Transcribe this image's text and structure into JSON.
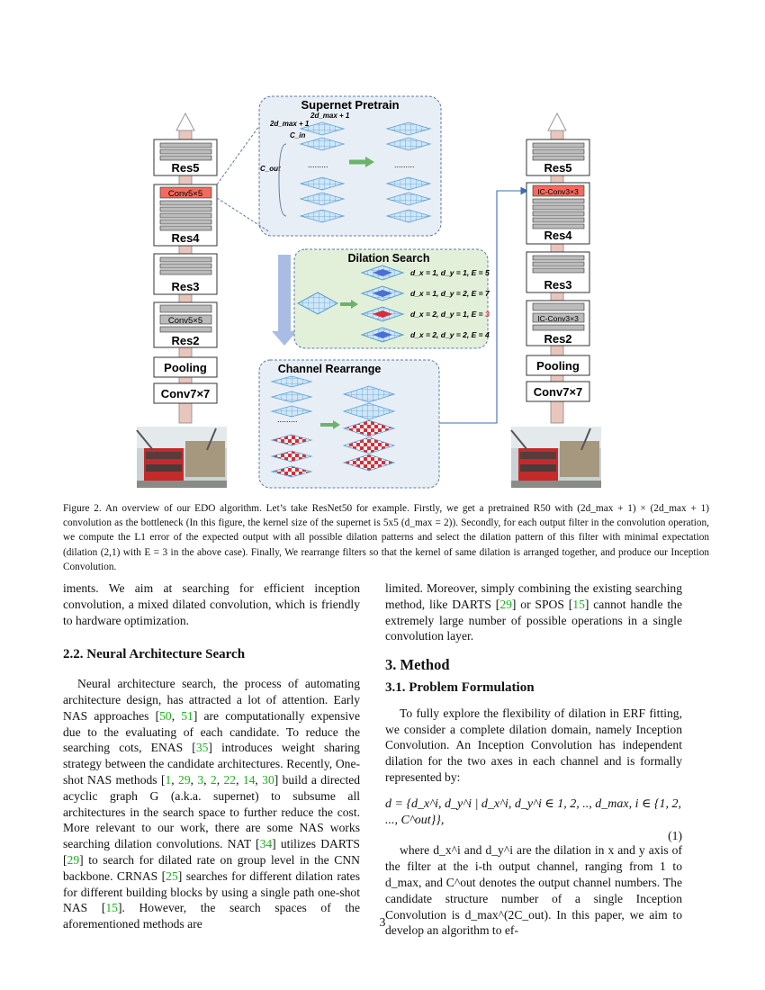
{
  "figure": {
    "supernet_title": "Supernet Pretrain",
    "supernet_labels": [
      "2d_max + 1",
      "2d_max + 1",
      "C_in",
      "C_out"
    ],
    "dilation_title": "Dilation Search",
    "dilation_rows": [
      {
        "dx": "1",
        "dy": "1",
        "E": "5"
      },
      {
        "dx": "1",
        "dy": "2",
        "E": "7"
      },
      {
        "dx": "2",
        "dy": "1",
        "E": "3"
      },
      {
        "dx": "2",
        "dy": "2",
        "E": "4"
      }
    ],
    "channel_title": "Channel Rearrange",
    "dots": ".........",
    "left_stack": [
      "Res5",
      "Conv5×5",
      "Res4",
      "Res3",
      "Conv5×5",
      "Res2",
      "Pooling",
      "Conv7×7"
    ],
    "right_stack": [
      "Res5",
      "IC-Conv3×3",
      "Res4",
      "Res3",
      "IC-Conv3×3",
      "Res2",
      "Pooling",
      "Conv7×7"
    ],
    "colors": {
      "highlight": "#f26b5e",
      "supernet_bg": "#e8eef5",
      "dilation_bg": "#e3f0d9",
      "red": "#d62d3a",
      "blue": "#4b6fd1"
    }
  },
  "caption": "Figure 2. An overview of our EDO algorithm. Let’s take ResNet50 for example. Firstly, we get a pretrained R50 with (2d_max + 1) × (2d_max + 1) convolution as the bottleneck (In this figure, the kernel size of the supernet is 5x5 (d_max = 2)). Secondly, for each output filter in the convolution operation, we compute the L1 error of the expected output with all possible dilation patterns and select the dilation pattern of this filter with minimal expectation (dilation (2,1) with E = 3 in the above case). Finally, We rearrange filters so that the kernel of same dilation is arranged together, and produce our Inception Convolution.",
  "left": {
    "p0": "iments. We aim at searching for efficient inception convolution, a mixed dilated convolution, which is friendly to hardware optimization.",
    "h22": "2.2. Neural Architecture Search",
    "p1a": "Neural architecture search, the process of automating architecture design, has attracted a lot of attention. Early NAS approaches [",
    "c50": "50",
    "c51": "51",
    "p1b": "] are computationally expensive due to the evaluating of each candidate. To reduce the searching cots, ENAS [",
    "c35": "35",
    "p1c": "] introduces weight sharing strategy between the candidate architectures. Recently, One-shot NAS methods [",
    "cl": [
      "1",
      "29",
      "3",
      "2",
      "22",
      "14",
      "30"
    ],
    "p1d": "] build a directed acyclic graph G (a.k.a. supernet) to subsume all architectures in the search space to further reduce the cost. More relevant to our work, there are some NAS works searching dilation convolutions. NAT [",
    "c34": "34",
    "p1e": "] utilizes DARTS [",
    "c29": "29",
    "p1f": "] to search for dilated rate on group level in the CNN backbone. CRNAS [",
    "c25": "25",
    "p1g": "] searches for different dilation rates for different building blocks by using a single path one-shot NAS [",
    "c15": "15",
    "p1h": "]. However, the search spaces of the aforementioned methods are"
  },
  "right": {
    "p0a": "limited. Moreover, simply combining the existing searching method, like DARTS [",
    "c29": "29",
    "p0b": "] or SPOS [",
    "c15": "15",
    "p0c": "] cannot handle the extremely large number of possible operations in a single convolution layer.",
    "h3": "3. Method",
    "h31": "3.1. Problem Formulation",
    "p1": "To fully explore the flexibility of dilation in ERF fitting, we consider a complete dilation domain, namely Inception Convolution. An Inception Convolution has independent dilation for the two axes in each channel and is formally represented by:",
    "eq": "d = {d_x^i, d_y^i | d_x^i, d_y^i ∈ 1, 2, .., d_max, i ∈ {1, 2, ..., C^out}},",
    "eqnum": "(1)",
    "p2": "where d_x^i and d_y^i are the dilation in x and y axis of the filter at the i-th output channel, ranging from 1 to d_max, and C^out denotes the output channel numbers. The candidate structure number of a single Inception Convolution is d_max^(2C_out). In this paper, we aim to develop an algorithm to ef-"
  },
  "page_number": "3"
}
